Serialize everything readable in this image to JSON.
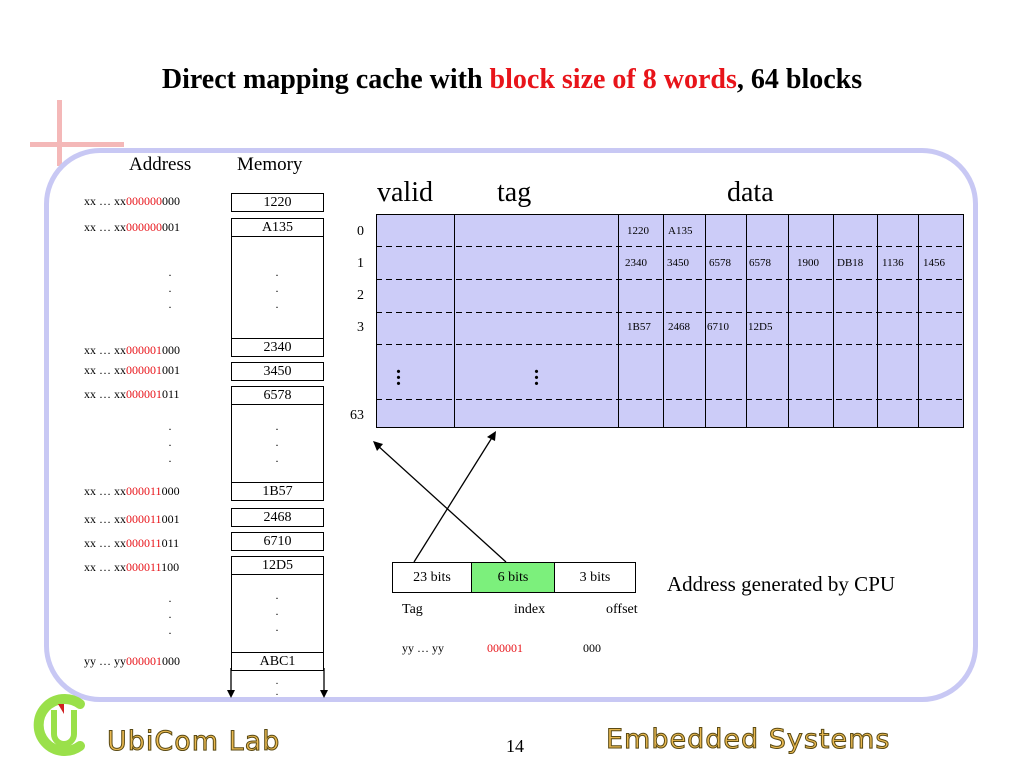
{
  "title": {
    "prefix": "Direct mapping cache with ",
    "highlight": "block size of 8 words",
    "suffix": ", 64 blocks"
  },
  "colors": {
    "highlight": "#e8141a",
    "panel_border": "#c8c8f4",
    "cache_fill": "#ccccf8",
    "index_box": "#7cf07c",
    "footer_text": "#e8b850"
  },
  "memory": {
    "address_header": "Address",
    "memory_header": "Memory",
    "entries": [
      {
        "prefix": "xx … xx",
        "index": "000000",
        "offset": "000",
        "value": "1220"
      },
      {
        "prefix": "xx … xx",
        "index": "000000",
        "offset": "001",
        "value": "A135"
      },
      {
        "prefix": "xx … xx",
        "index": "000001",
        "offset": "000",
        "value": "2340"
      },
      {
        "prefix": "xx … xx",
        "index": "000001",
        "offset": "001",
        "value": "3450"
      },
      {
        "prefix": "xx … xx",
        "index": "000001",
        "offset": "011",
        "value": "6578"
      },
      {
        "prefix": "xx … xx",
        "index": "000011",
        "offset": "000",
        "value": "1B57"
      },
      {
        "prefix": "xx … xx",
        "index": "000011",
        "offset": "001",
        "value": "2468"
      },
      {
        "prefix": "xx … xx",
        "index": "000011",
        "offset": "011",
        "value": "6710"
      },
      {
        "prefix": "xx … xx",
        "index": "000011",
        "offset": "100",
        "value": "12D5"
      },
      {
        "prefix": "yy … yy",
        "index": "000001",
        "offset": "000",
        "value": "ABC1"
      }
    ]
  },
  "cache": {
    "valid_header": "valid",
    "tag_header": "tag",
    "data_header": "data",
    "row_labels": [
      "0",
      "1",
      "2",
      "3",
      "63"
    ],
    "rows": [
      [
        "1220",
        "A135",
        "",
        "",
        "",
        "",
        "",
        ""
      ],
      [
        "2340",
        "3450",
        "6578",
        "6578",
        "1900",
        "DB18",
        "1136",
        "1456"
      ],
      [
        "",
        "",
        "",
        "",
        "",
        "",
        "",
        ""
      ],
      [
        "1B57",
        "2468",
        "6710",
        "12D5",
        "",
        "",
        "",
        ""
      ]
    ]
  },
  "address_format": {
    "fields": [
      {
        "bits": "23 bits",
        "name": "Tag",
        "example": "yy … yy"
      },
      {
        "bits": "6 bits",
        "name": "index",
        "example": "000001"
      },
      {
        "bits": "3 bits",
        "name": "offset",
        "example": "000"
      }
    ],
    "caption": "Address generated by CPU"
  },
  "footer": {
    "lab": "UbiCom Lab",
    "course": "Embedded Systems",
    "page": "14"
  }
}
